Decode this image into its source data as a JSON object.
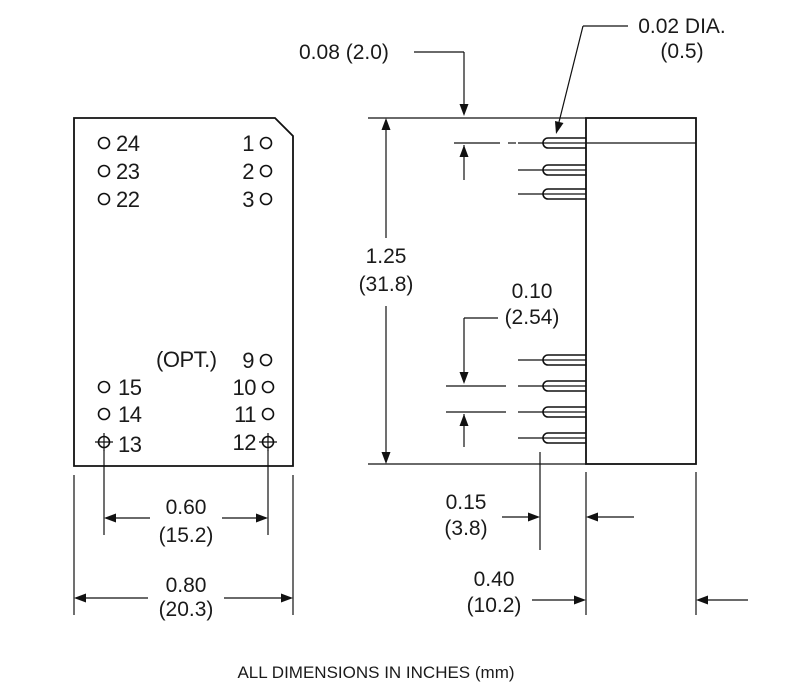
{
  "pins_left_top": [
    "24",
    "23",
    "22"
  ],
  "pins_right_top": [
    "1",
    "2",
    "3"
  ],
  "opt_label": "(OPT.)",
  "pin_9": "9",
  "pins_left_bottom": [
    "15",
    "14",
    "13"
  ],
  "pins_right_bottom": [
    "10",
    "11",
    "12"
  ],
  "dimensions": {
    "pin_spacing_in": "0.60",
    "pin_spacing_mm": "(15.2)",
    "width_in": "0.80",
    "width_mm": "(20.3)",
    "pin_offset_in": "0.08 (2.0)",
    "pin_dia_in": "0.02 DIA.",
    "pin_dia_mm": "(0.5)",
    "height_in": "1.25",
    "height_mm": "(31.8)",
    "pitch_in": "0.10",
    "pitch_mm": "(2.54)",
    "pin_length_in": "0.15",
    "pin_length_mm": "(3.8)",
    "depth_in": "0.40",
    "depth_mm": "(10.2)"
  },
  "footer": "ALL DIMENSIONS IN INCHES (mm)"
}
